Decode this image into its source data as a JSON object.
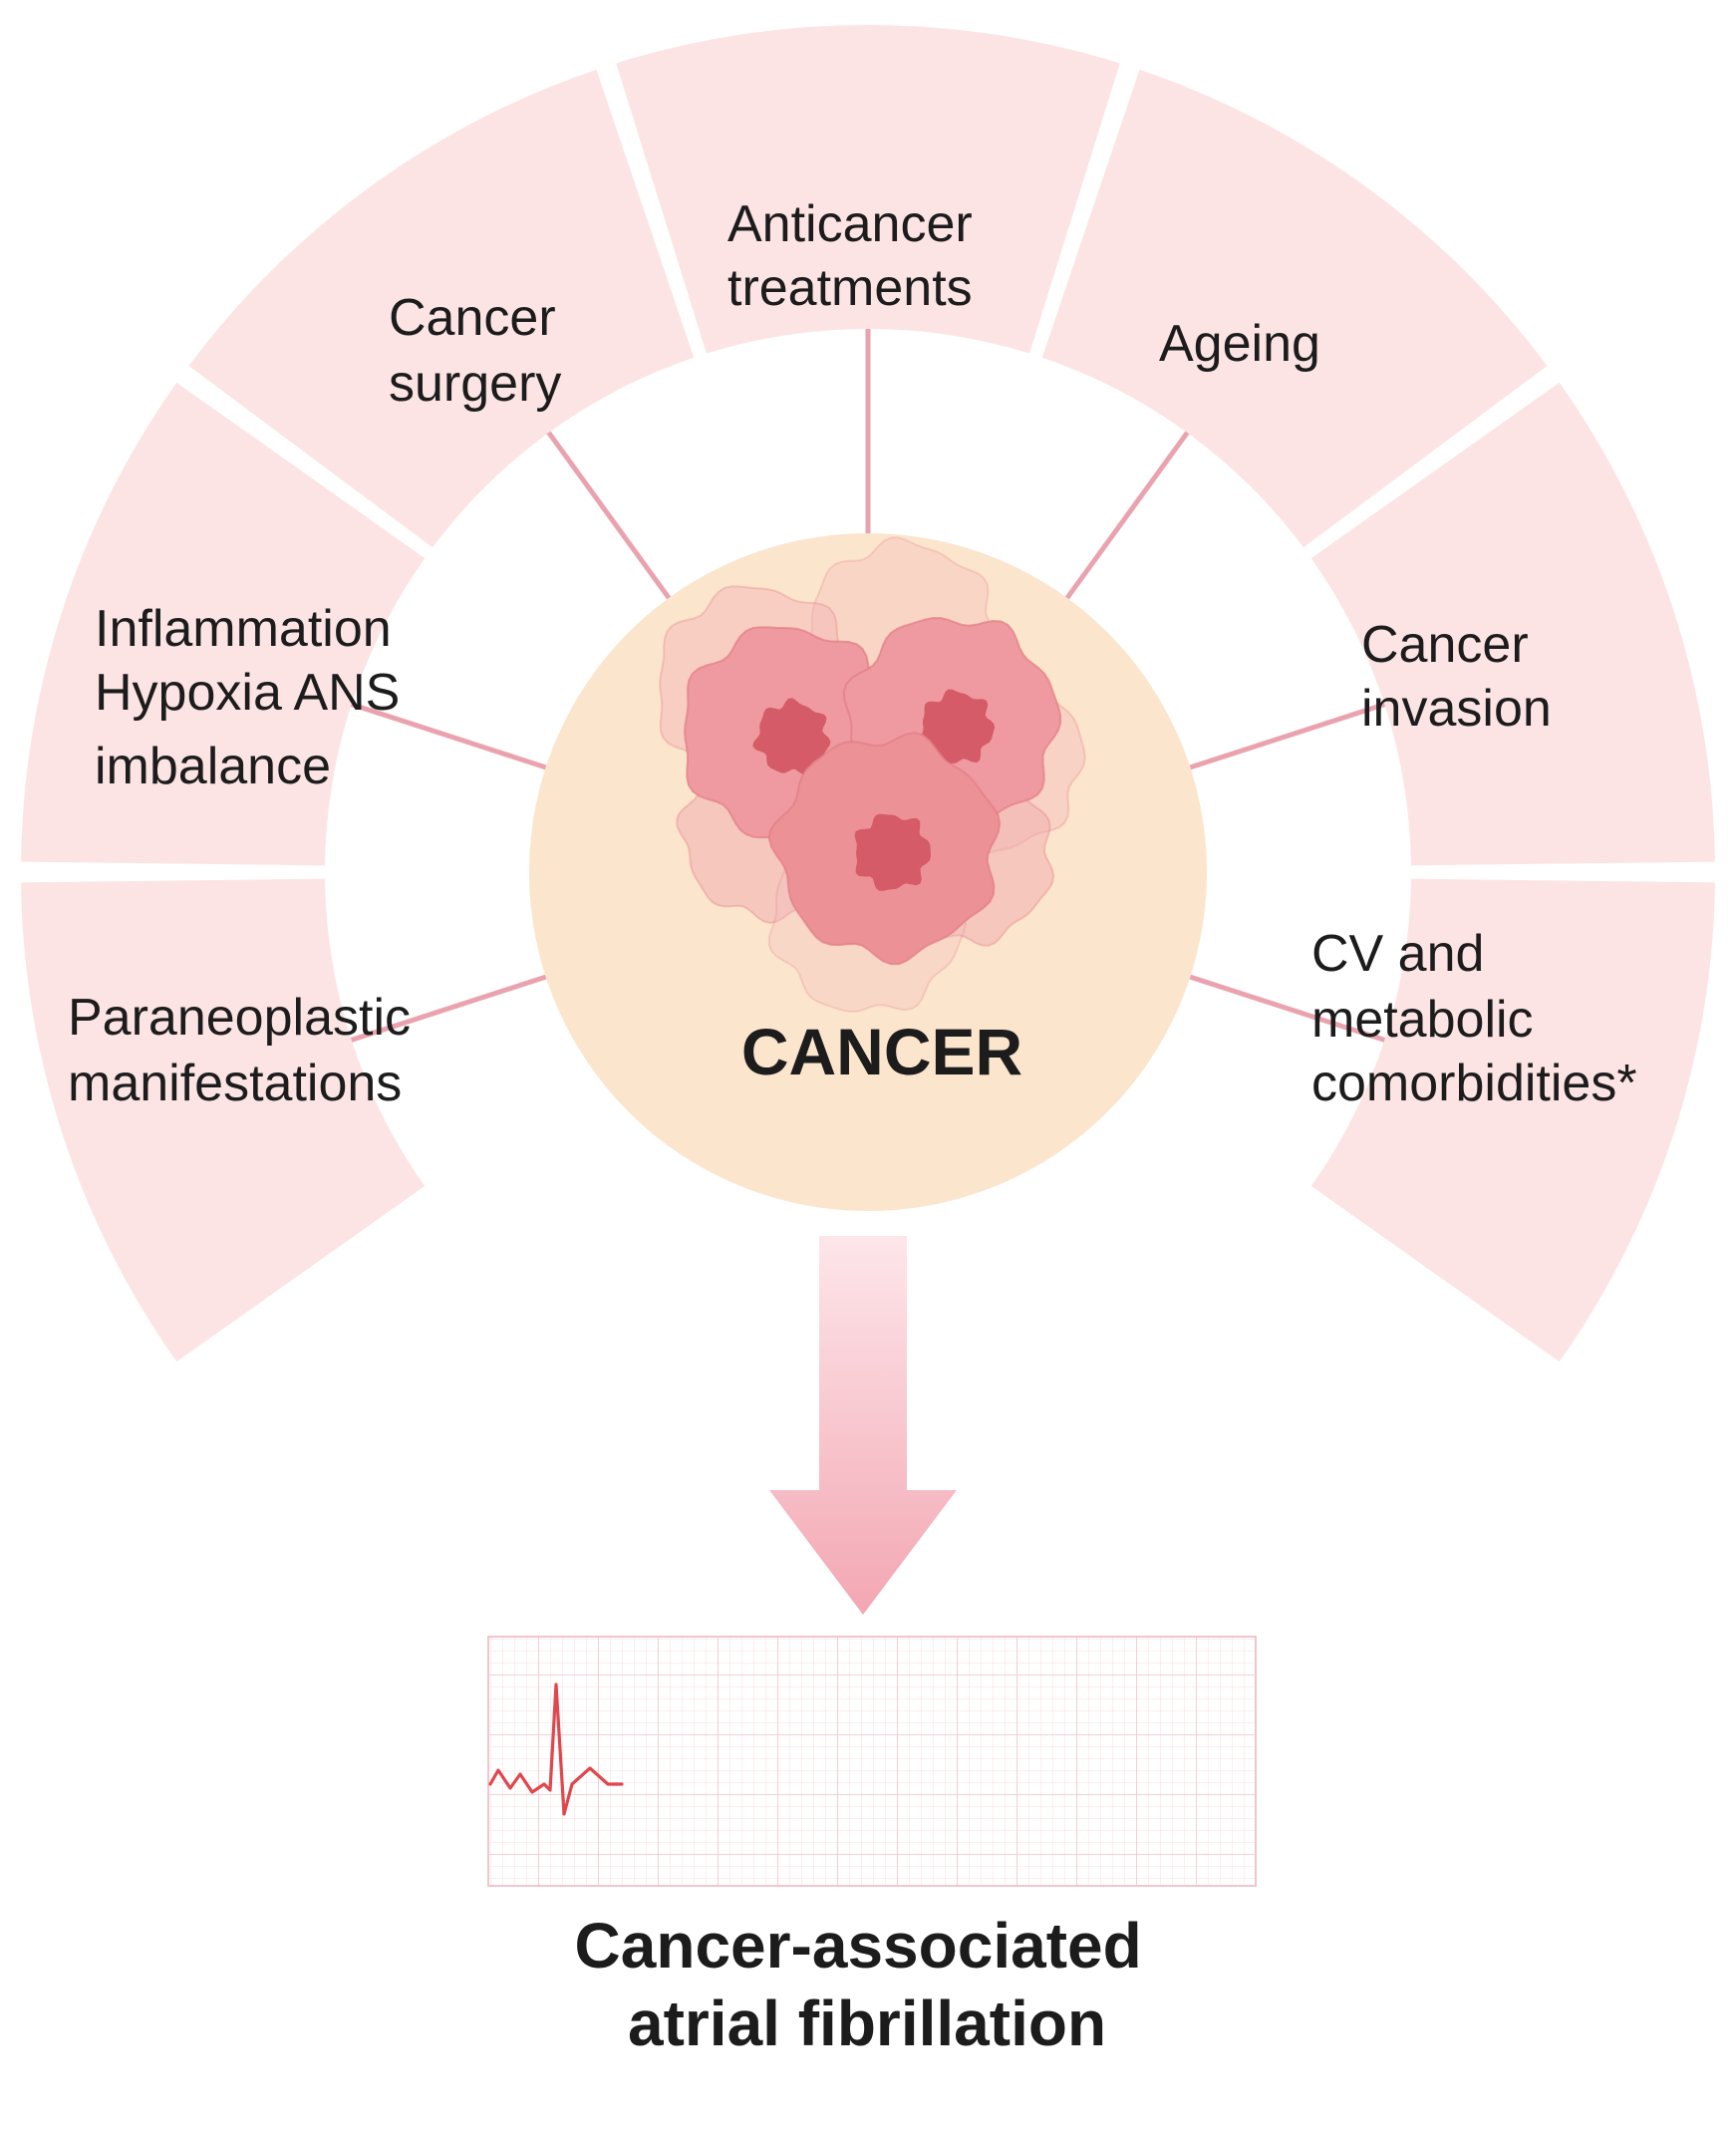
{
  "center": {
    "label": "CANCER",
    "disc_color": "#fce5cd",
    "icon": "cancer-cell-cluster-icon"
  },
  "factors": [
    {
      "id": "paraneoplastic",
      "lines": [
        "Paraneoplastic",
        "manifestations"
      ]
    },
    {
      "id": "inflammation",
      "lines": [
        "Inflammation",
        "Hypoxia ANS",
        "imbalance"
      ]
    },
    {
      "id": "surgery",
      "lines": [
        "Cancer",
        "surgery"
      ]
    },
    {
      "id": "treatments",
      "lines": [
        "Anticancer",
        "treatments"
      ]
    },
    {
      "id": "ageing",
      "lines": [
        "Ageing"
      ]
    },
    {
      "id": "invasion",
      "lines": [
        "Cancer",
        "invasion"
      ]
    },
    {
      "id": "comorbidities",
      "lines": [
        "CV and",
        "metabolic",
        "comorbidities*"
      ]
    }
  ],
  "outcome": {
    "lines": [
      "Cancer-associated",
      "atrial fibrillation"
    ],
    "icon": "ecg-strip-icon"
  },
  "colors": {
    "segment_fill": "#fde4e4",
    "connector": "#eaa3ae",
    "arrow": "#f6b8c2",
    "ecg_line": "#e0474c",
    "ecg_grid": "#f6cdd2",
    "cell": "#ea8c92",
    "cell_nucleus": "#d45b67"
  }
}
